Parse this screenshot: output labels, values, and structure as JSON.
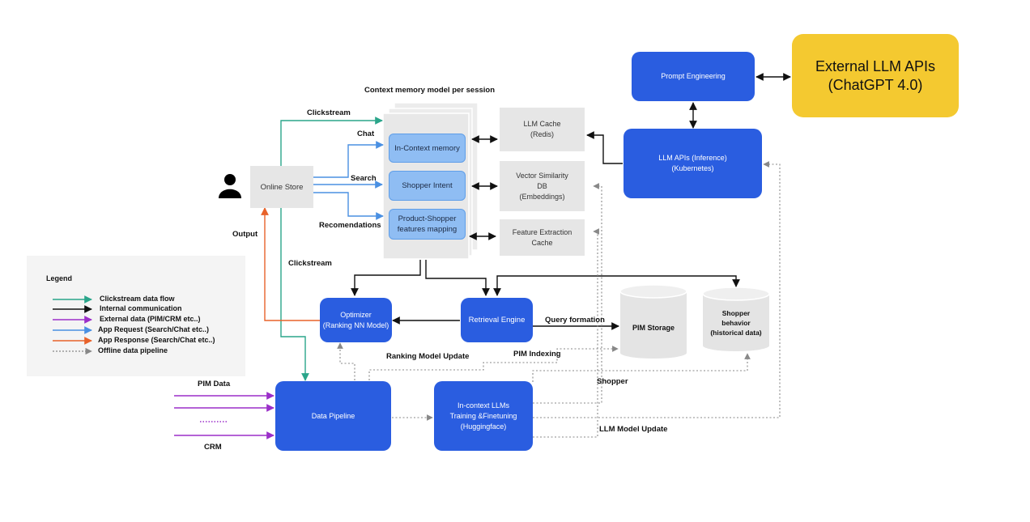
{
  "diagram": {
    "context_title": "Context memory model per session",
    "nodes": {
      "online_store": "Online Store",
      "in_context_memory": "In-Context memory",
      "shopper_intent": "Shopper Intent",
      "product_shopper": "Product-Shopper\nfeatures  mapping",
      "llm_cache": "LLM Cache\n(Redis)",
      "vector_db": "Vector Similarity\nDB\n(Embeddings)",
      "feature_cache": "Feature Extraction\nCache",
      "prompt_engineering": "Prompt Engineering",
      "external_llm": "External LLM APIs\n(ChatGPT 4.0)",
      "llm_apis": "LLM APIs (Inference)\n(Kubernetes)",
      "optimizer": "Optimizer\n(Ranking NN Model)",
      "retrieval_engine": "Retrieval Engine",
      "pim_storage": "PIM Storage",
      "shopper_behavior": "Shopper\nbehavior\n(historical data)",
      "data_pipeline": "Data Pipeline",
      "incontext_llms": "In-context LLMs\nTraining &Finetuning\n(Huggingface)"
    },
    "labels": {
      "clickstream_top": "Clickstream",
      "chat": "Chat",
      "search": "Search",
      "recommendations": "Recomendations",
      "output": "Output",
      "clickstream_left": "Clickstream",
      "query_formation": "Query formation",
      "ranking_update": "Ranking Model Update",
      "pim_indexing": "PIM Indexing",
      "shopper": "Shopper",
      "llm_update": "LLM Model Update",
      "pim_data": "PIM Data",
      "crm": "CRM"
    },
    "legend": {
      "title": "Legend",
      "items": [
        {
          "label": "Clickstream data flow",
          "color": "#2aa58a",
          "style": "solid"
        },
        {
          "label": "Internal communication",
          "color": "#111111",
          "style": "solid"
        },
        {
          "label": "External data  (PIM/CRM etc..)",
          "color": "#9b2fc9",
          "style": "solid"
        },
        {
          "label": "App Request  (Search/Chat etc..)",
          "color": "#4a90e2",
          "style": "solid"
        },
        {
          "label": "App Response  (Search/Chat etc..)",
          "color": "#e8622a",
          "style": "solid"
        },
        {
          "label": "Offline data pipeline",
          "color": "#777777",
          "style": "dotted"
        }
      ]
    },
    "colors": {
      "blue": "#2a5de0",
      "light_blue": "#8fbdf3",
      "grey": "#e6e6e6",
      "yellow": "#f4c930",
      "clickstream": "#2aa58a",
      "internal": "#111111",
      "external": "#9b2fc9",
      "request": "#4a90e2",
      "response": "#e8622a",
      "offline": "#777777"
    }
  }
}
